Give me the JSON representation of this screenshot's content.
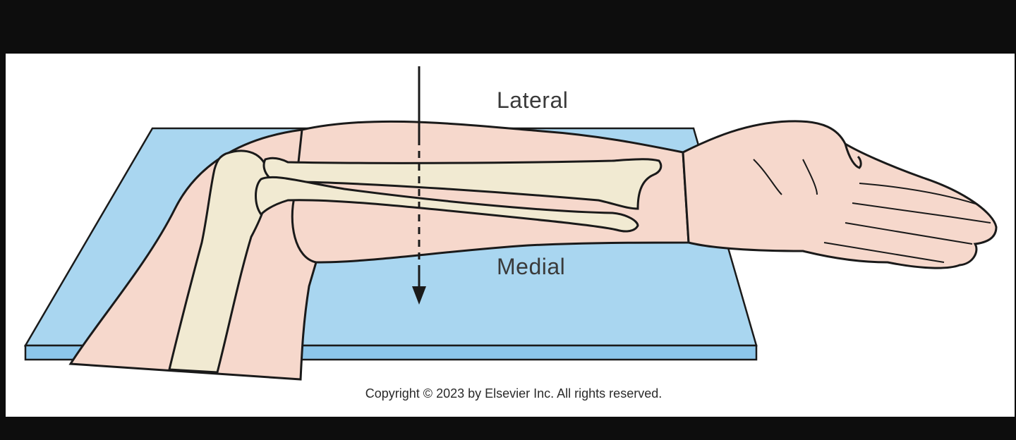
{
  "labels": {
    "top": "Lateral",
    "bottom": "Medial"
  },
  "copyright": "Copyright © 2023 by Elsevier Inc. All rights reserved.",
  "colors": {
    "background": "#0d0d0d",
    "panel": "#ffffff",
    "board": "#a9d6f0",
    "board_edge": "#8cc6ea",
    "skin": "#f6d8cc",
    "bone": "#f1ead2",
    "outline": "#1a1a1a"
  }
}
